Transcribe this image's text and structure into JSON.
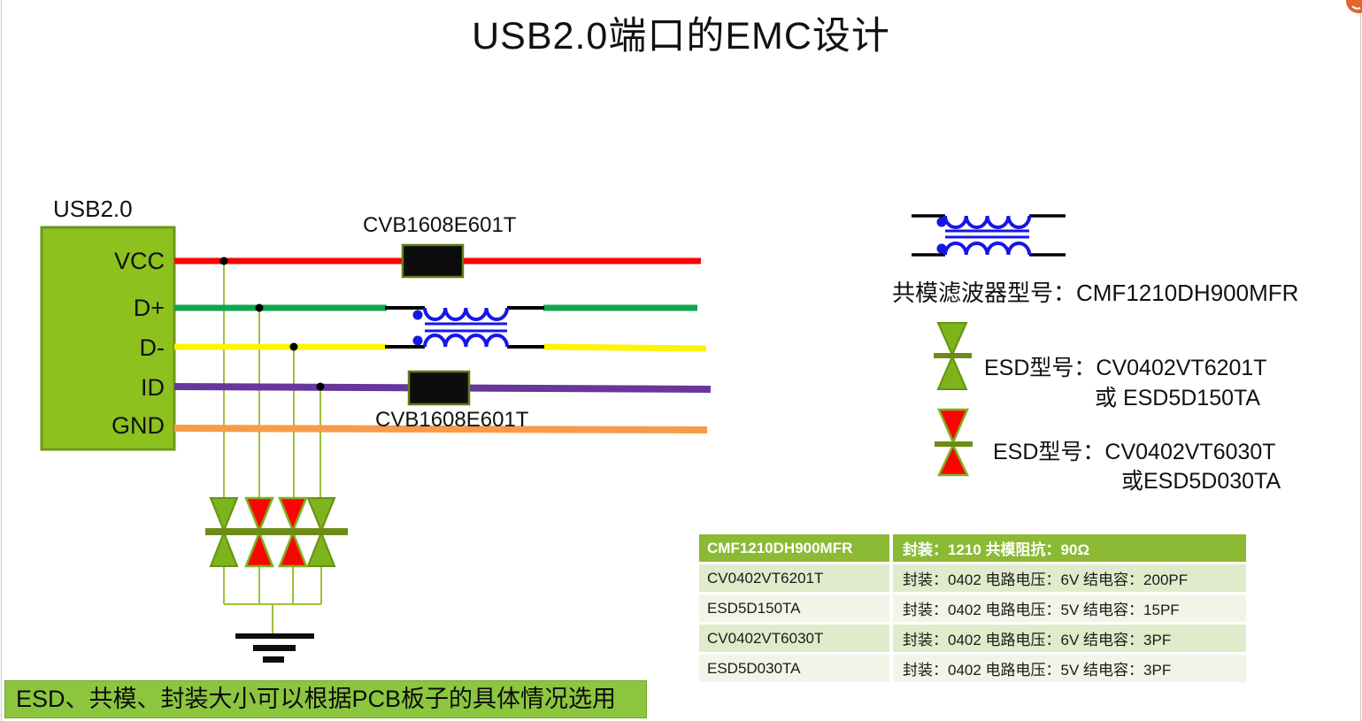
{
  "page": {
    "title": "USB2.0端口的EMC设计"
  },
  "connector": {
    "label": "USB2.0",
    "pins": [
      {
        "name": "VCC"
      },
      {
        "name": "D+"
      },
      {
        "name": "D-"
      },
      {
        "name": "ID"
      },
      {
        "name": "GND"
      }
    ]
  },
  "beads": {
    "top_label": "CVB1608E601T",
    "bottom_label": "CVB1608E601T"
  },
  "legend": {
    "cm_filter_label": "共模滤波器型号：CMF1210DH900MFR",
    "esd_green_line1": "ESD型号：CV0402VT6201T",
    "esd_green_line2": "或  ESD5D150TA",
    "esd_red_line1": "ESD型号：CV0402VT6030T",
    "esd_red_line2": "或ESD5D030TA"
  },
  "table": {
    "rows": [
      {
        "part": "CMF1210DH900MFR",
        "spec": "封装：1210 共模阻抗：90Ω"
      },
      {
        "part": "CV0402VT6201T",
        "spec": "封装：0402 电路电压：6V 结电容：200PF"
      },
      {
        "part": "ESD5D150TA",
        "spec": "封装：0402 电路电压：5V 结电容：15PF"
      },
      {
        "part": "CV0402VT6030T",
        "spec": "封装：0402 电路电压：6V 结电容：3PF"
      },
      {
        "part": "ESD5D030TA",
        "spec": "封装：0402 电路电压：5V 结电容：3PF"
      }
    ]
  },
  "footer": {
    "note": "ESD、共模、封装大小可以根据PCB板子的具体情况选用"
  },
  "colors": {
    "connector_green": "#8cc11e",
    "vcc_red": "#f50505",
    "dplus_green": "#0ea84f",
    "dminus_yellow": "#fcf403",
    "id_purple": "#67379b",
    "gnd_orange": "#f79b4b",
    "choke_blue": "#1616e8",
    "diode_green": "#7db31c",
    "diode_red": "#fb0404",
    "olive_bar": "#6c8c16",
    "table_header_green": "#8cba34",
    "footer_green": "#8cc63f",
    "badge_orange": "#e2642f"
  }
}
